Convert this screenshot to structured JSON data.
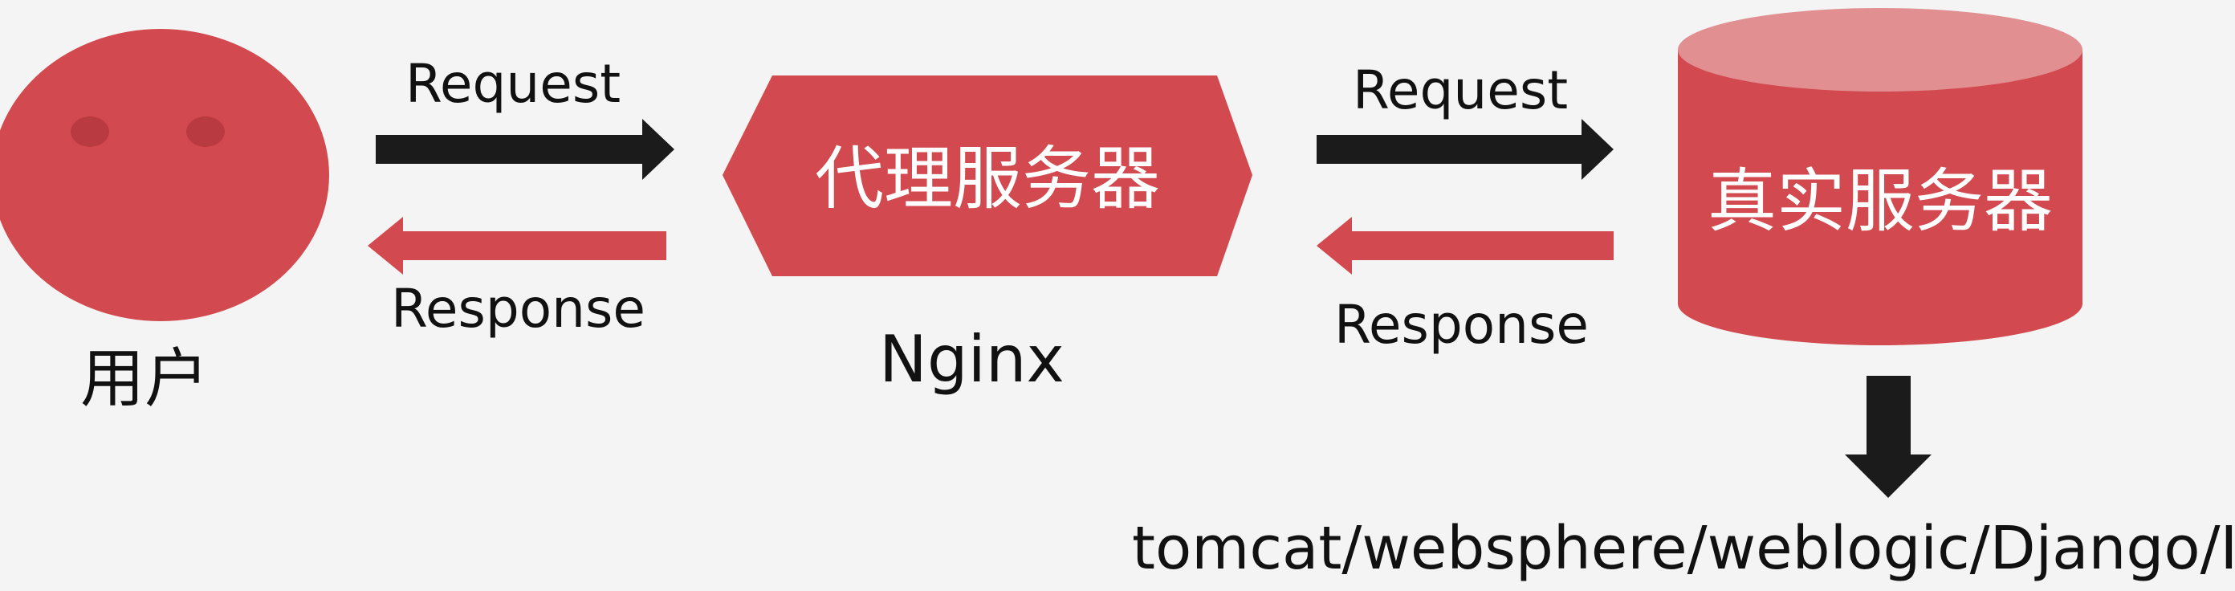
{
  "user": {
    "label": "用户"
  },
  "proxy": {
    "text": "代理服务器",
    "caption": "Nginx"
  },
  "real_server": {
    "text": "真实服务器"
  },
  "flows": {
    "request_label": "Request",
    "response_label": "Response"
  },
  "backends": {
    "label": "tomcat/websphere/weblogic/Django/IIS"
  },
  "colors": {
    "background": "#f4f4f4",
    "node_red": "#d24a4f",
    "node_red_light": "#e18f91",
    "eye_red": "#b93a40",
    "request_arrow": "#1b1b1b",
    "response_arrow": "#d24a4f",
    "text": "#111111"
  }
}
